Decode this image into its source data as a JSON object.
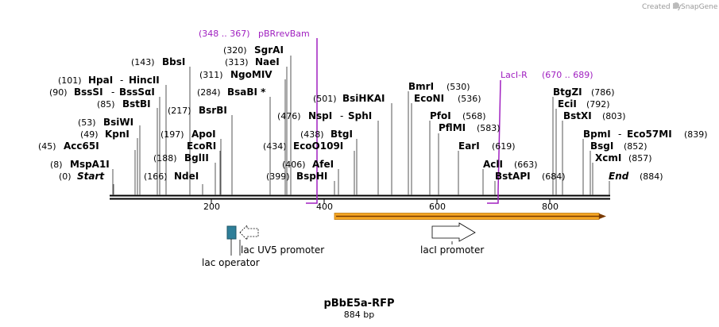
{
  "credit": {
    "text": "Created by",
    "brand": "SnapGene"
  },
  "title": "pBbE5a-RFP",
  "length_label": "884 bp",
  "ticks": [
    "200",
    "400",
    "600",
    "800"
  ],
  "primers": [
    {
      "pos": "(348 .. 367)",
      "name": "pBRrevBam"
    },
    {
      "pos": "(670 .. 689)",
      "name": "LacI-R"
    }
  ],
  "sites": {
    "start": {
      "pos": "(0)",
      "name": "Start"
    },
    "end": {
      "pos": "(884)",
      "name": "End"
    },
    "mspa1i": {
      "pos": "(8)",
      "name": "MspA1I"
    },
    "acc65i": {
      "pos": "(45)",
      "name": "Acc65I"
    },
    "kpni": {
      "pos": "(49)",
      "name": "KpnI"
    },
    "bsiwi": {
      "pos": "(53)",
      "name": "BsiWI"
    },
    "bstbi": {
      "pos": "(85)",
      "name": "BstBI"
    },
    "bsssi": {
      "pos": "(90)",
      "name": "BssSI",
      "alias": "BssSαI"
    },
    "hpai": {
      "pos": "(101)",
      "name": "HpaI",
      "alias": "HincII"
    },
    "bbsi": {
      "pos": "(143)",
      "name": "BbsI"
    },
    "ndei": {
      "pos": "(166)",
      "name": "NdeI"
    },
    "bglii": {
      "pos": "(188)",
      "name": "BglII"
    },
    "ecori": {
      "pos": "",
      "name": "EcoRI"
    },
    "apoi": {
      "pos": "(197)",
      "name": "ApoI"
    },
    "bsrbi": {
      "pos": "(217)",
      "name": "BsrBI"
    },
    "bsabi": {
      "pos": "(284)",
      "name": "BsaBI *"
    },
    "ngomiv": {
      "pos": "(311)",
      "name": "NgoMIV"
    },
    "naei": {
      "pos": "(313)",
      "name": "NaeI"
    },
    "sgrai": {
      "pos": "(320)",
      "name": "SgrAI"
    },
    "bsphi": {
      "pos": "(399)",
      "name": "BspHI"
    },
    "afei": {
      "pos": "(406)",
      "name": "AfeI"
    },
    "ecoo109i": {
      "pos": "(434)",
      "name": "EcoO109I"
    },
    "btgi": {
      "pos": "(438)",
      "name": "BtgI"
    },
    "nspi": {
      "pos": "(476)",
      "name": "NspI",
      "alias": "SphI"
    },
    "bsihkai": {
      "pos": "(501)",
      "name": "BsiHKAI"
    },
    "bmri": {
      "pos": "(530)",
      "name": "BmrI"
    },
    "econi": {
      "pos": "(536)",
      "name": "EcoNI"
    },
    "pfoi": {
      "pos": "(568)",
      "name": "PfoI"
    },
    "pflmi": {
      "pos": "(583)",
      "name": "PflMI"
    },
    "eari": {
      "pos": "(619)",
      "name": "EarI"
    },
    "acli": {
      "pos": "(663)",
      "name": "AclI"
    },
    "bstapi": {
      "pos": "(684)",
      "name": "BstAPI"
    },
    "btgzi": {
      "pos": "(786)",
      "name": "BtgZI"
    },
    "ecii": {
      "pos": "(792)",
      "name": "EciI"
    },
    "bstxi": {
      "pos": "(803)",
      "name": "BstXI"
    },
    "bpmi": {
      "pos": "(839)",
      "name": "BpmI",
      "alias": "Eco57MI"
    },
    "bsgi": {
      "pos": "(852)",
      "name": "BsgI"
    },
    "xcmi": {
      "pos": "(857)",
      "name": "XcmI"
    }
  },
  "features": {
    "lac_uv5_promoter": "lac UV5 promoter",
    "lac_operator": "lac operator",
    "laci_promoter": "lacI promoter"
  },
  "colors": {
    "primer": "#a020c0",
    "operator": "#2e7f99",
    "orf_fill": "#f5a623",
    "orf_border": "#c07a10"
  }
}
